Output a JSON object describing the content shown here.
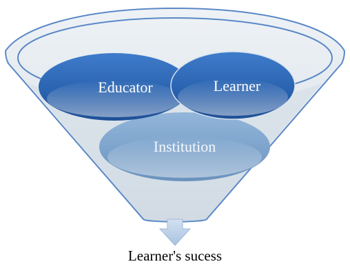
{
  "diagram": {
    "nodes": [
      {
        "id": "educator",
        "label": "Educator"
      },
      {
        "id": "learner",
        "label": "Learner"
      },
      {
        "id": "institution",
        "label": "Institution"
      }
    ],
    "outcome": "Learner's sucess"
  },
  "colors": {
    "funnel_outline": "#5a88c6",
    "funnel_fill": "#dfe6ec",
    "bubble_dark": "#2f69b8",
    "bubble_light": "#7ea5cf",
    "arrow": "#b8cde6"
  }
}
